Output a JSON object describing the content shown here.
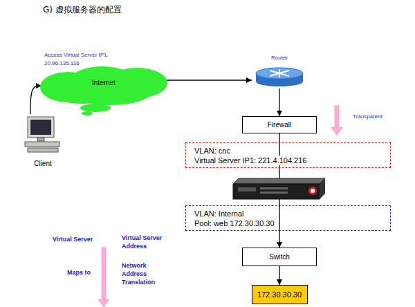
{
  "diagram": {
    "title": "G) 虚拟服务器的配置",
    "nodes": [
      {
        "text": [
          "Internet"
        ]
      },
      {
        "text": [
          "Client"
        ]
      },
      {
        "text": [
          "Router"
        ]
      },
      {
        "text": [
          "Firewall"
        ]
      },
      {
        "text": [
          "VLAN: cnc",
          "Virtual Server IP1: 221.4.104.216"
        ]
      },
      {
        "text": [
          "VLAN: Internal",
          "Pool: web 172.30.30.30"
        ]
      },
      {
        "text": [
          "Switch"
        ]
      },
      {
        "text": [
          "172.30.30.30"
        ]
      }
    ],
    "edges": [
      {
        "from": 1,
        "to": 0,
        "arrow": "to"
      },
      {
        "from": 0,
        "to": 2,
        "arrow": "to"
      },
      {
        "from": 2,
        "to": 3,
        "arrow": "to"
      },
      {
        "from": 3,
        "to": 6,
        "arrow": "to"
      },
      {
        "from": 6,
        "to": 7,
        "arrow": "to"
      }
    ],
    "labels": [
      "Access Virtual Server IP1.",
      "20.96.135.116",
      "Transparent",
      "Virtual Server",
      "Virtual Server Address",
      "Maps to",
      "Network Address Translation"
    ]
  }
}
